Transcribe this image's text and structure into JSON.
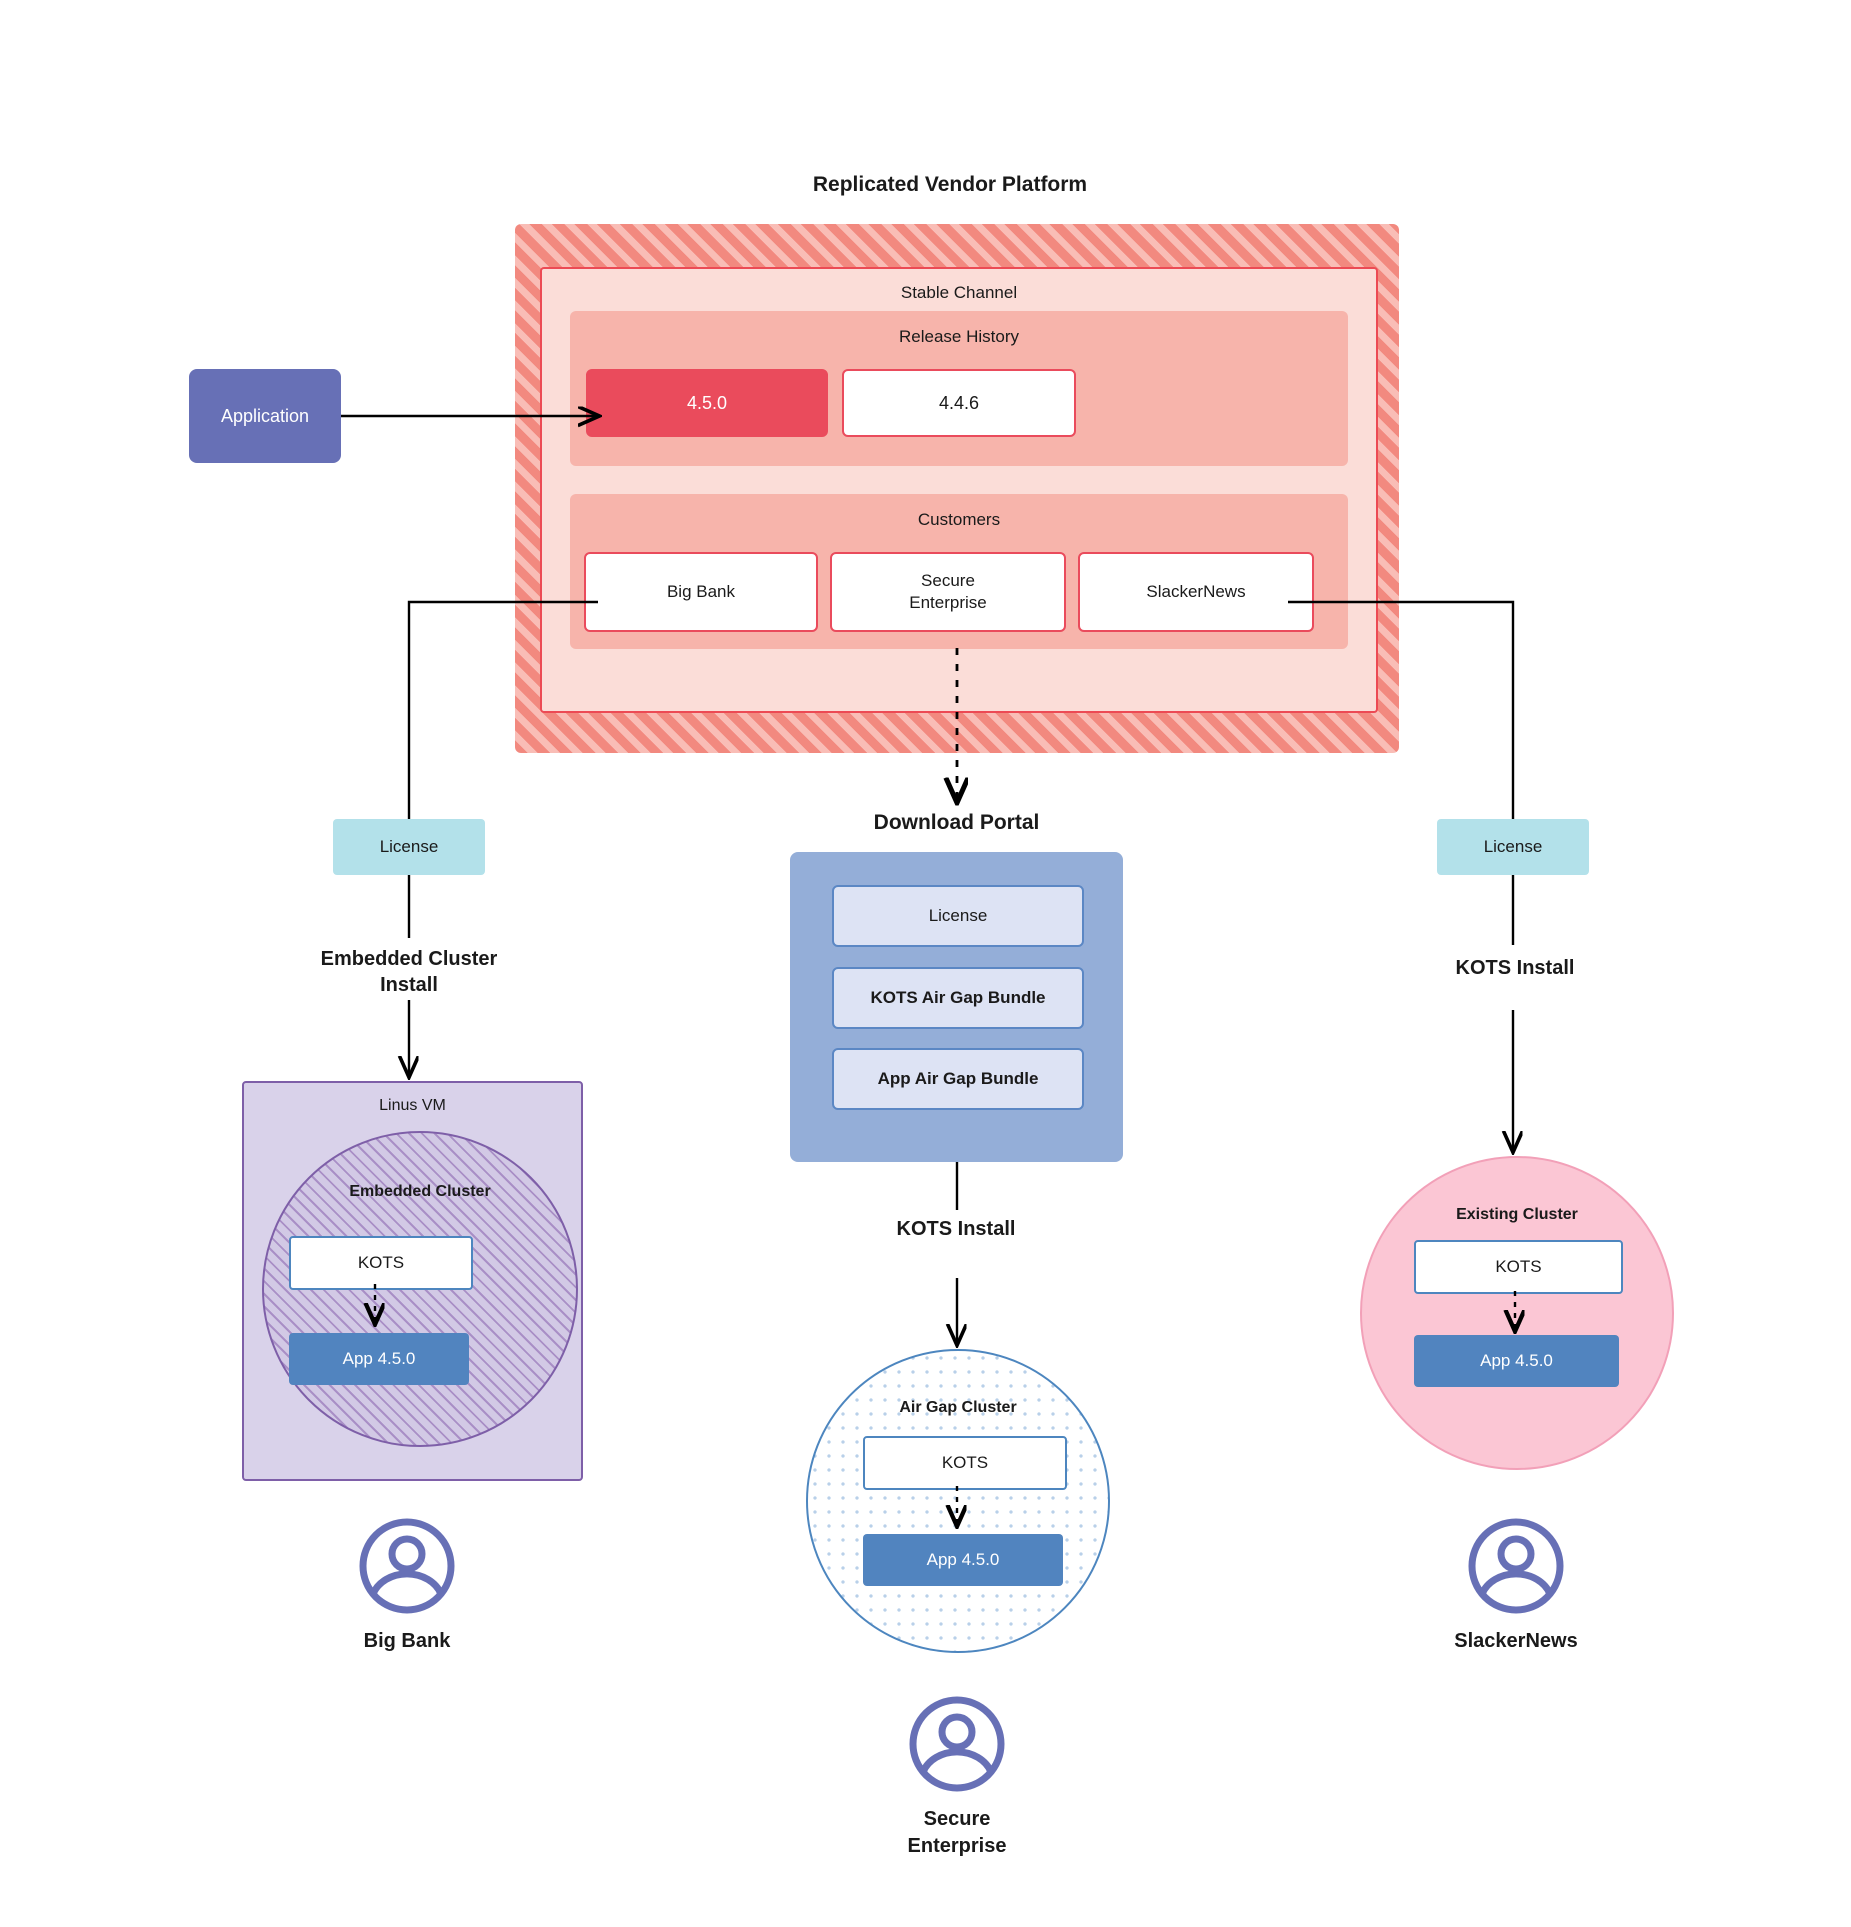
{
  "diagram": {
    "title": "Replicated Vendor Platform",
    "application_box": {
      "label": "Application"
    },
    "stable_channel": {
      "title": "Stable Channel",
      "release_history": {
        "title": "Release History",
        "releases": [
          {
            "version": "4.5.0",
            "state": "current"
          },
          {
            "version": "4.4.6",
            "state": "previous"
          }
        ]
      },
      "customers": {
        "title": "Customers",
        "items": [
          {
            "name": "Big Bank"
          },
          {
            "name": "Secure\nEnterprise"
          },
          {
            "name": "SlackerNews"
          }
        ]
      }
    },
    "licenses": {
      "left_label": "License",
      "right_label": "License"
    },
    "download_portal": {
      "title": "Download  Portal",
      "items": [
        {
          "label": "License"
        },
        {
          "label": "KOTS Air Gap Bundle"
        },
        {
          "label": "App Air Gap Bundle"
        }
      ]
    },
    "install_labels": {
      "left": "Embedded Cluster\nInstall",
      "center": "KOTS Install",
      "right": "KOTS Install"
    },
    "left_branch": {
      "vm_label": "Linus VM",
      "cluster_label": "Embedded Cluster",
      "kots_label": "KOTS",
      "app_label": "App 4.5.0",
      "persona": "Big Bank"
    },
    "center_branch": {
      "cluster_label": "Air Gap Cluster",
      "kots_label": "KOTS",
      "app_label": "App 4.5.0",
      "persona": "Secure\nEnterprise"
    },
    "right_branch": {
      "cluster_label": "Existing Cluster",
      "kots_label": "KOTS",
      "app_label": "App 4.5.0",
      "persona": "SlackerNews"
    },
    "colors": {
      "vendor_frame": "#f2897f",
      "vendor_frame_stripe": "#f9bdb6",
      "stable_channel_bg": "#fbddd8",
      "panel_bg": "#f7b4ab",
      "release_current": "#ea4b5c",
      "border_red": "#ea4b5c",
      "application": "#6770b6",
      "license": "#b3e1ea",
      "portal": "#94aed8",
      "portal_item": "#dde3f4",
      "portal_item_border": "#5b87c4",
      "vm_bg": "#d9d2ea",
      "vm_border": "#7e5fa8",
      "app_blue": "#5184bf",
      "kots_border": "#4d86bf",
      "existing_cluster": "#fbc6d4",
      "avatar": "#6770b6"
    }
  }
}
